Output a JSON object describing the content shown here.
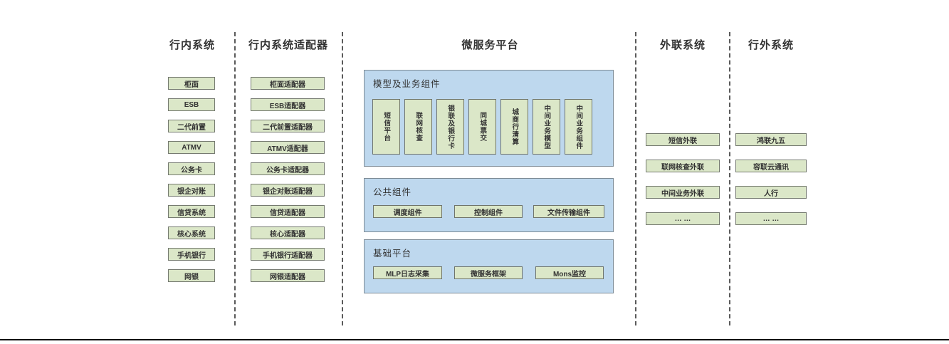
{
  "colors": {
    "green_fill": "#dbe7c8",
    "green_border": "#6f746a",
    "blue_fill": "#bed8ee",
    "blue_border": "#7d8b96",
    "text": "#333333",
    "divider": "#5a5a5a",
    "bottom_rule": "#000000"
  },
  "internal": {
    "title": "行内系统",
    "items": [
      "柜面",
      "ESB",
      "二代前置",
      "ATMV",
      "公务卡",
      "银企对账",
      "信贷系统",
      "核心系统",
      "手机银行",
      "网银"
    ]
  },
  "adapters": {
    "title": "行内系统适配器",
    "items": [
      "柜面适配器",
      "ESB适配器",
      "二代前置适配器",
      "ATMV适配器",
      "公务卡适配器",
      "银企对账适配器",
      "信贷适配器",
      "核心适配器",
      "手机银行适配器",
      "网银适配器"
    ]
  },
  "platform": {
    "title": "微服务平台",
    "sections": [
      {
        "title": "模型及业务组件",
        "items": [
          "短信平台",
          "联网核查",
          "银联及银行卡",
          "同城票交",
          "城商行清算",
          "中间业务模型",
          "中间业务组件"
        ]
      },
      {
        "title": "公共组件",
        "items": [
          "调度组件",
          "控制组件",
          "文件传输组件"
        ]
      },
      {
        "title": "基础平台",
        "items": [
          "MLP日志采集",
          "微服务框架",
          "Mons监控"
        ]
      }
    ]
  },
  "outbound": {
    "title": "外联系统",
    "items": [
      "短信外联",
      "联网核查外联",
      "中间业务外联",
      "… …"
    ]
  },
  "external": {
    "title": "行外系统",
    "items": [
      "鸿联九五",
      "容联云通讯",
      "人行",
      "… …"
    ]
  }
}
